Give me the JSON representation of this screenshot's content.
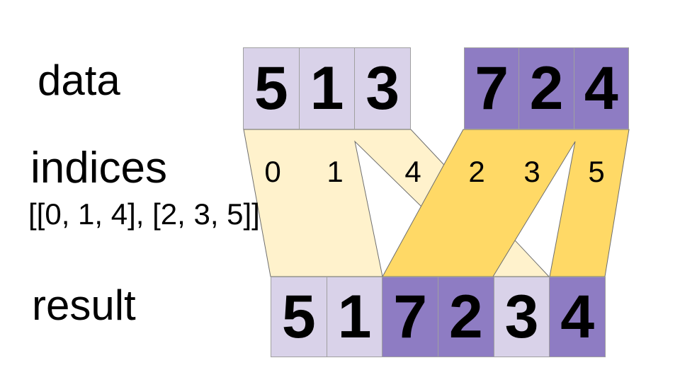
{
  "labels": {
    "data": "data",
    "indices": "indices",
    "indices_value": "[[0, 1, 4], [2, 3, 5]]",
    "result": "result"
  },
  "data_row": {
    "group1": {
      "shade": "light",
      "values": [
        "5",
        "1",
        "3"
      ]
    },
    "group2": {
      "shade": "dark",
      "values": [
        "7",
        "2",
        "4"
      ]
    }
  },
  "indices_row": {
    "values": [
      "0",
      "1",
      "4",
      "2",
      "3",
      "5"
    ]
  },
  "result_row": {
    "cells": [
      {
        "value": "5",
        "shade": "light"
      },
      {
        "value": "1",
        "shade": "light"
      },
      {
        "value": "7",
        "shade": "dark"
      },
      {
        "value": "2",
        "shade": "dark"
      },
      {
        "value": "3",
        "shade": "light"
      },
      {
        "value": "4",
        "shade": "dark"
      }
    ]
  },
  "colors": {
    "lavender": "#d9d2e9",
    "purple": "#8e7cc3",
    "cream": "#fff2cc",
    "gold": "#ffd966",
    "cell-border": "#a0a0a0",
    "band-border": "#6e6e6e",
    "text": "#000000",
    "background": "#ffffff"
  }
}
